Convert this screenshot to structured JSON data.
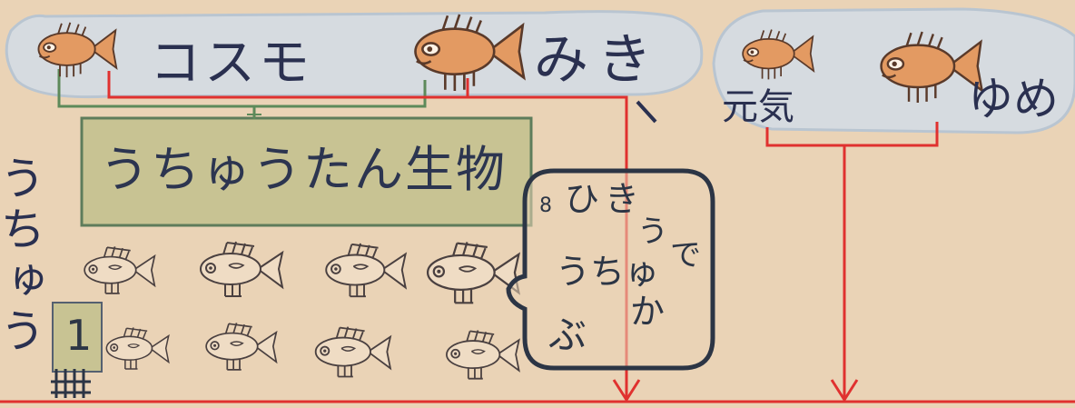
{
  "family_left": {
    "name_1": "コスモ",
    "name_2": "みき"
  },
  "family_right": {
    "name_1": "元気",
    "name_2": "ゆめ"
  },
  "title": "うちゅうたん生物",
  "side_label": "うちゅう",
  "counter_box": "1",
  "speech_bubble": {
    "number": "8",
    "parts": [
      "ひき",
      "う",
      "で",
      "うちゅ",
      "か",
      "ぶ"
    ]
  },
  "colors": {
    "paper": "#ead3b6",
    "name_bubble": "#d6dbe0",
    "title_box": "#c8c393",
    "line_red": "#e0312f",
    "line_green": "#5d8a5a",
    "ink": "#2a3050",
    "fish_orange": "#e39a62"
  }
}
